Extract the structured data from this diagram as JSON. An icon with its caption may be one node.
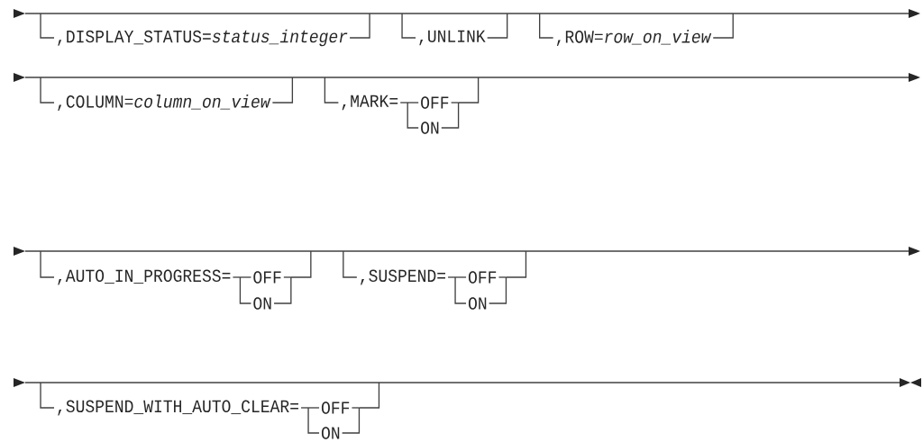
{
  "diagram": {
    "labels": [
      ",DISPLAY_STATUS=*status_integer*",
      ",UNLINK",
      ",ROW=*row_on_view*",
      ",COLUMN=*column_on_view*",
      ",MARK=",
      "OFF",
      "ON",
      ",AUTO_IN_PROGRESS=",
      "OFF",
      "ON",
      ",SUSPEND=",
      "OFF",
      "ON",
      ",SUSPEND_WITH_AUTO_CLEAR=",
      "OFF",
      "ON"
    ]
  }
}
